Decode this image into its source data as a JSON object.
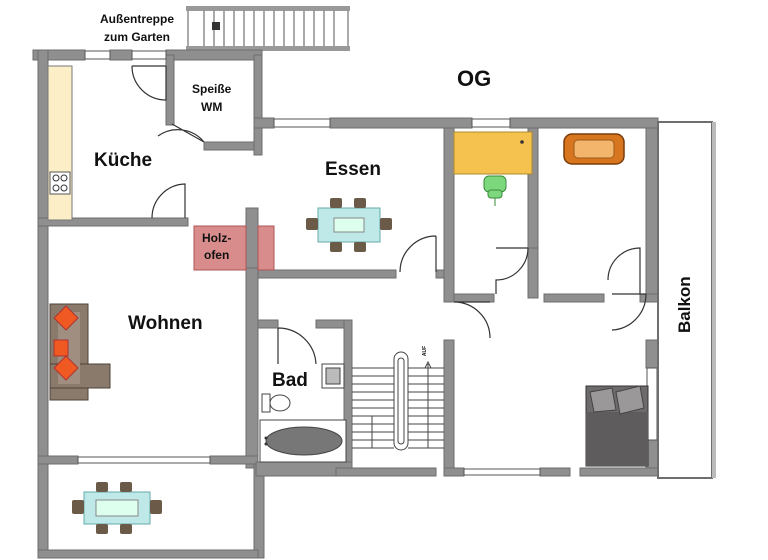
{
  "title": "OG",
  "rooms": {
    "kueche": "Küche",
    "speise": "Speiße",
    "speise_wm": "WM",
    "essen": "Essen",
    "wohnen": "Wohnen",
    "bad": "Bad",
    "balkon": "Balkon"
  },
  "labels": {
    "aussentreppe_1": "Außentreppe",
    "aussentreppe_2": "zum Garten",
    "holzofen_1": "Holz-",
    "holzofen_2": "ofen",
    "stair_arrow": "AUF"
  },
  "colors": {
    "wall": "#8f8f8f",
    "wall_dark": "#6e6e6e",
    "floor": "#ffffff",
    "kitchen_counter": "#fcefc8",
    "holzofen": "#d98c8c",
    "desk": "#f5c14f",
    "chair_green": "#7dd87d",
    "bed": "#6d6b6b",
    "sofa": "#8a7a6c",
    "cushion": "#f05a22",
    "armchair": "#d8761f"
  },
  "icons": [
    "dining-table-icon",
    "sofa-icon",
    "bed-icon",
    "bathtub-icon",
    "toilet-icon",
    "sink-icon",
    "desk-icon",
    "office-chair-icon",
    "armchair-icon",
    "stove-icon",
    "staircase-icon"
  ]
}
